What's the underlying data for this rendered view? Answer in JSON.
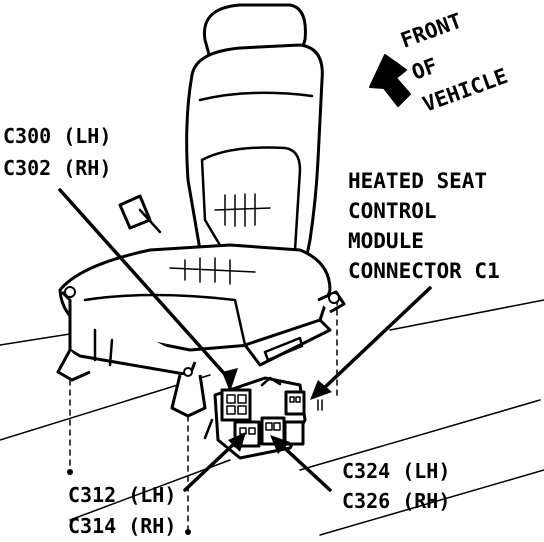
{
  "labels": {
    "front_of_vehicle": [
      "FRONT",
      "OF",
      "VEHICLE"
    ],
    "c300_lh": "C300 (LH)",
    "c302_rh": "C302 (RH)",
    "module_line1": "HEATED SEAT",
    "module_line2": "CONTROL",
    "module_line3": "MODULE",
    "module_line4": "CONNECTOR C1",
    "c312_lh": "C312 (LH)",
    "c314_rh": "C314 (RH)",
    "c324_lh": "C324 (LH)",
    "c326_rh": "C326 (RH)"
  },
  "colors": {
    "ink": "#000000",
    "paper": "#ffffff"
  }
}
